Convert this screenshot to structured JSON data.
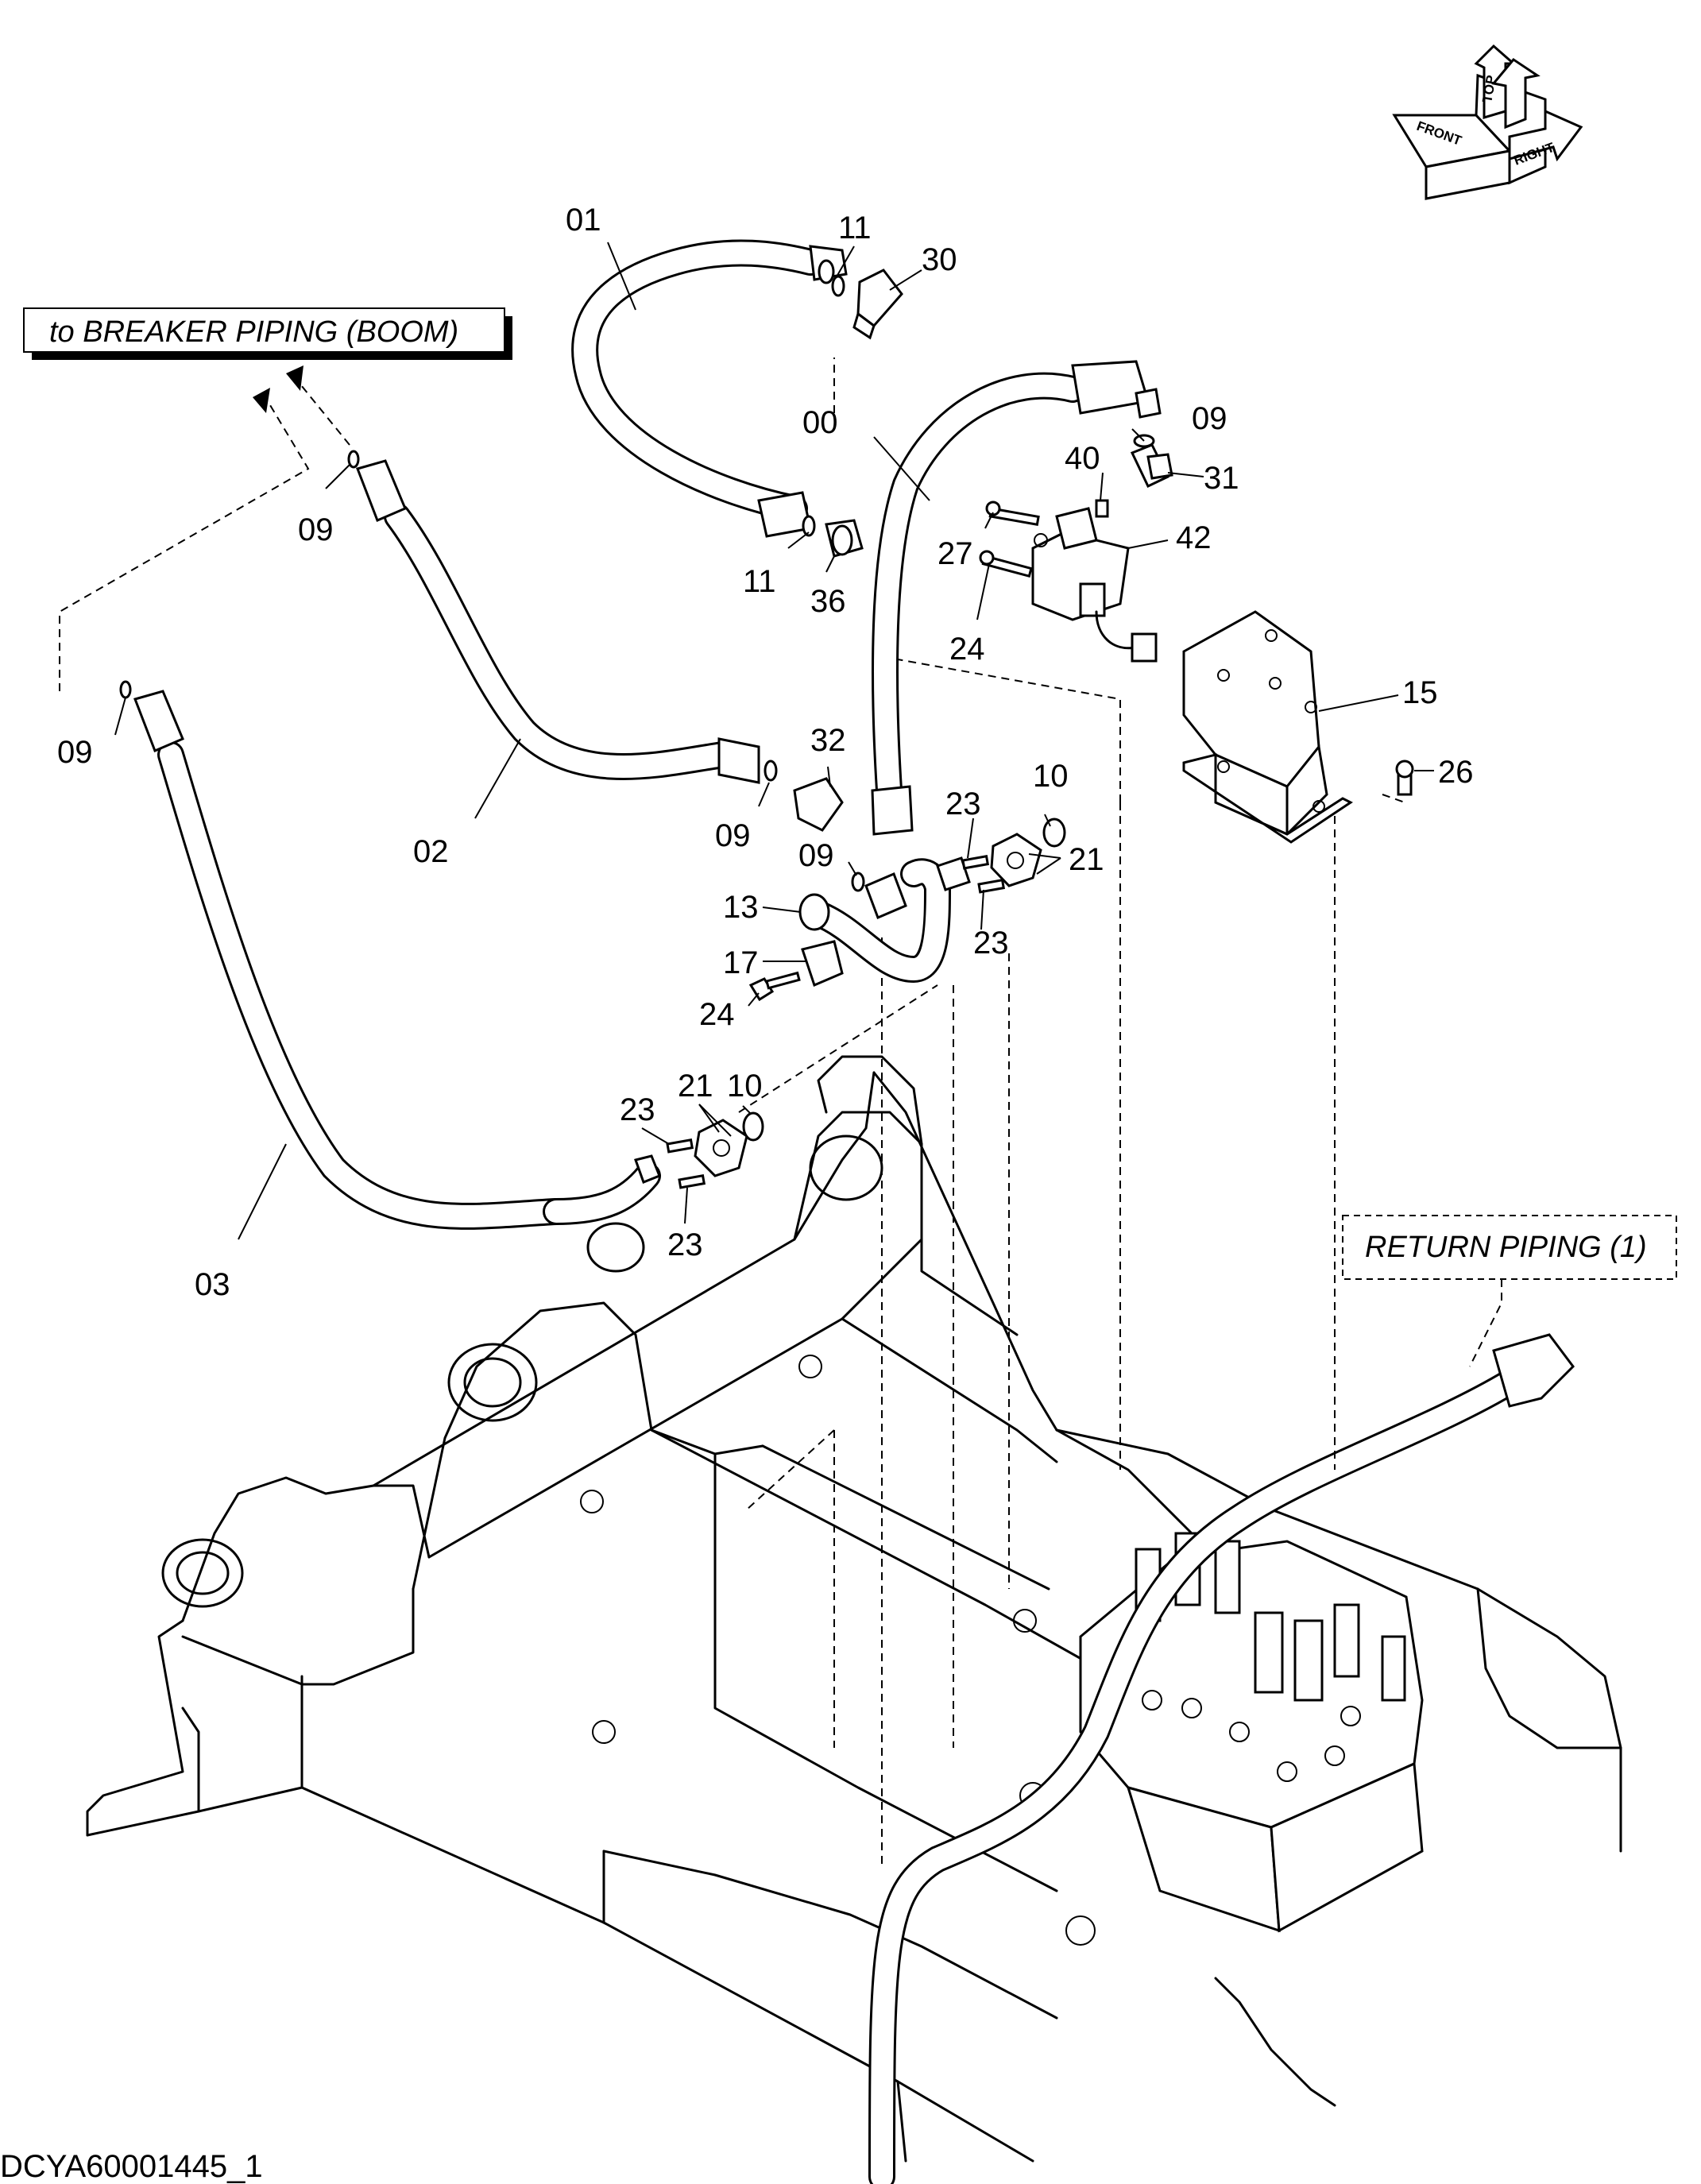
{
  "notes": {
    "breaker": "to BREAKER PIPING (BOOM)",
    "return": "RETURN PIPING (1)"
  },
  "orientation": {
    "top": "TOP",
    "front": "FRONT",
    "right": "RIGHT"
  },
  "drawing_code": "DCYA60001445_1",
  "labels": {
    "l00": "00",
    "l01": "01",
    "l02": "02",
    "l03": "03",
    "l09a": "09",
    "l09b": "09",
    "l09c": "09",
    "l09d": "09",
    "l09e": "09",
    "l10a": "10",
    "l10b": "10",
    "l11a": "11",
    "l11b": "11",
    "l13": "13",
    "l15": "15",
    "l17": "17",
    "l21a": "21",
    "l21b": "21",
    "l23a": "23",
    "l23b": "23",
    "l23c": "23",
    "l23d": "23",
    "l24a": "24",
    "l24b": "24",
    "l26": "26",
    "l27": "27",
    "l30": "30",
    "l31": "31",
    "l32": "32",
    "l36": "36",
    "l40": "40",
    "l42": "42"
  }
}
